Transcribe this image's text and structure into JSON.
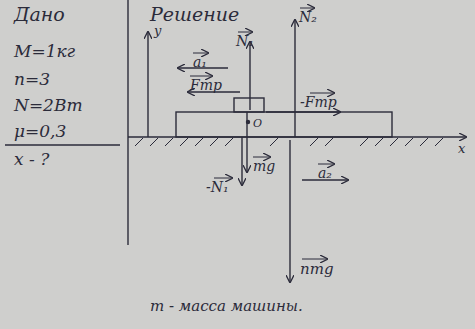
{
  "diagram": {
    "labels": [
      "Дано",
      "Решение",
      "M=1кг",
      "n=3",
      "N=2Вт",
      "μ=0,3",
      "x - ?",
      "N₁",
      "N₂",
      "a₁",
      "Fтр",
      "O",
      "-Fтр",
      "mg",
      "-N₁",
      "a₂",
      "x",
      "y",
      "nmg",
      "m - масса машины."
    ]
  }
}
